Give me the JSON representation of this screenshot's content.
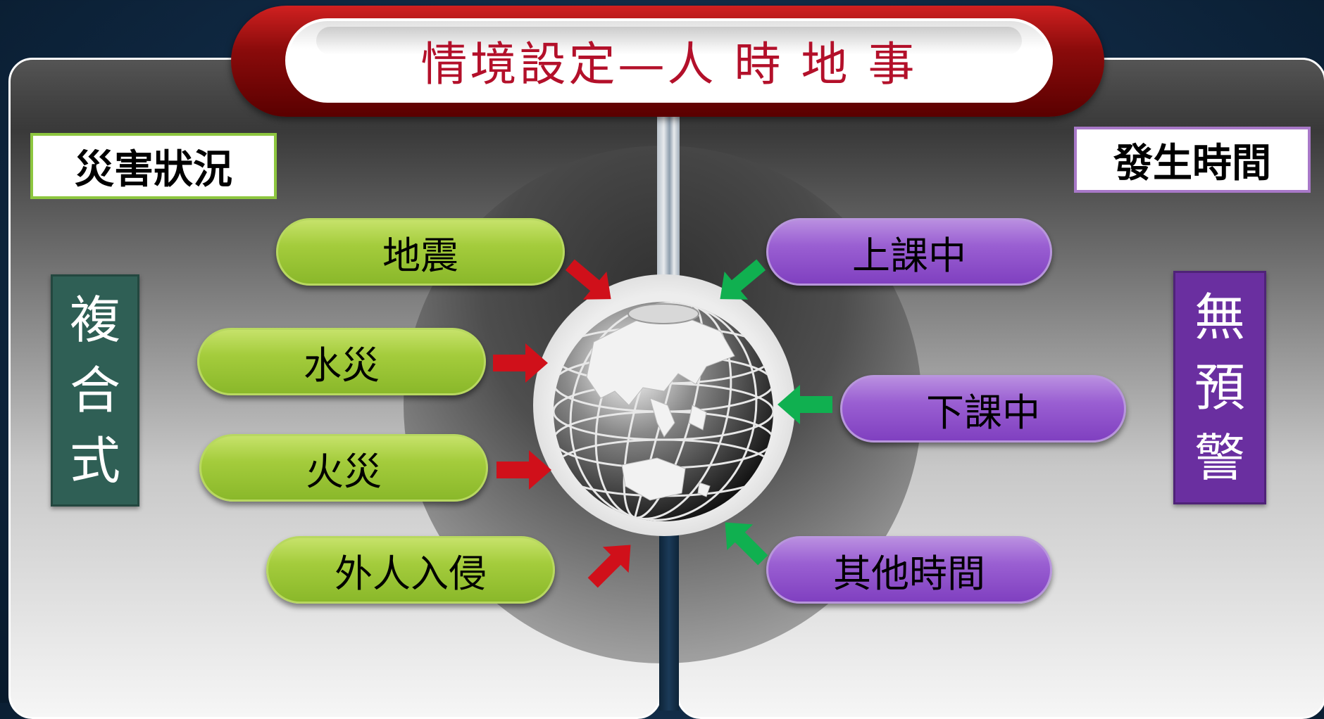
{
  "title": "情境設定—人 時 地 事",
  "left": {
    "heading": "災害狀況",
    "vertical_label": [
      "複",
      "合",
      "式"
    ],
    "items": [
      "地震",
      "水災",
      "火災",
      "外人入侵"
    ]
  },
  "right": {
    "heading": "發生時間",
    "vertical_label": [
      "無",
      "預",
      "警"
    ],
    "items": [
      "上課中",
      "下課中",
      "其他時間"
    ]
  },
  "colors": {
    "left_accent": "#8dc63f",
    "right_accent": "#9a5fd2",
    "left_arrows": "#d0101a",
    "right_arrows": "#10b050",
    "title_text": "#b3102a",
    "title_frame": "#8a0b0b"
  },
  "center_icon": "globe-icon"
}
